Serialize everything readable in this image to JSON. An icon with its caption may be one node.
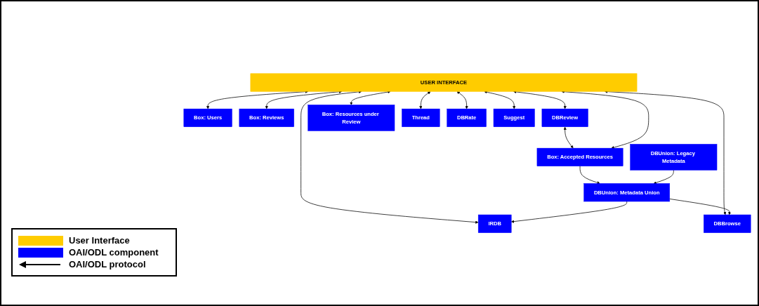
{
  "diagram": {
    "nodes": [
      {
        "text": [
          "USER INTERFACE"
        ]
      },
      {
        "text": [
          "Box: Users"
        ]
      },
      {
        "text": [
          "Box: Reviews"
        ]
      },
      {
        "text": [
          "DBReview"
        ]
      },
      {
        "text": [
          "Box: Accepted Resources"
        ]
      },
      {
        "text": [
          "Box: Resources under Review"
        ]
      },
      {
        "text": [
          "Thread"
        ]
      },
      {
        "text": [
          "DBRate"
        ]
      },
      {
        "text": [
          "Suggest"
        ]
      },
      {
        "text": [
          "IRDB"
        ]
      },
      {
        "text": [
          "DBUnion: Metadata Union"
        ]
      },
      {
        "text": [
          "DBBrowse"
        ]
      },
      {
        "text": [
          "DBUnion: Legacy Metadata"
        ]
      }
    ],
    "edges": [
      {
        "from": 0,
        "to": 1,
        "arrow": "both"
      },
      {
        "from": 0,
        "to": 2,
        "arrow": "both"
      },
      {
        "from": 0,
        "to": 3,
        "arrow": "both"
      },
      {
        "from": 3,
        "to": 4,
        "arrow": "both"
      },
      {
        "from": 0,
        "to": 4,
        "arrow": "both"
      },
      {
        "from": 0,
        "to": 5,
        "arrow": "both"
      },
      {
        "from": 0,
        "to": 11,
        "arrow": "both"
      },
      {
        "from": 0,
        "to": 9,
        "arrow": "both"
      },
      {
        "from": 0,
        "to": 8,
        "arrow": "both"
      },
      {
        "from": 0,
        "to": 7,
        "arrow": "both"
      },
      {
        "from": 0,
        "to": 6,
        "arrow": "both"
      },
      {
        "from": 4,
        "to": 10,
        "arrow": "to"
      },
      {
        "from": 10,
        "to": 9,
        "arrow": "to"
      },
      {
        "from": 10,
        "to": 11,
        "arrow": "to"
      },
      {
        "from": 12,
        "to": 10,
        "arrow": "to"
      }
    ],
    "legend": [
      {
        "text": "User Interface",
        "color": "#ffcc00"
      },
      {
        "text": "OAI/ODL component",
        "color": "#0000ff"
      },
      {
        "text": "OAI/ODL protocol"
      }
    ]
  }
}
